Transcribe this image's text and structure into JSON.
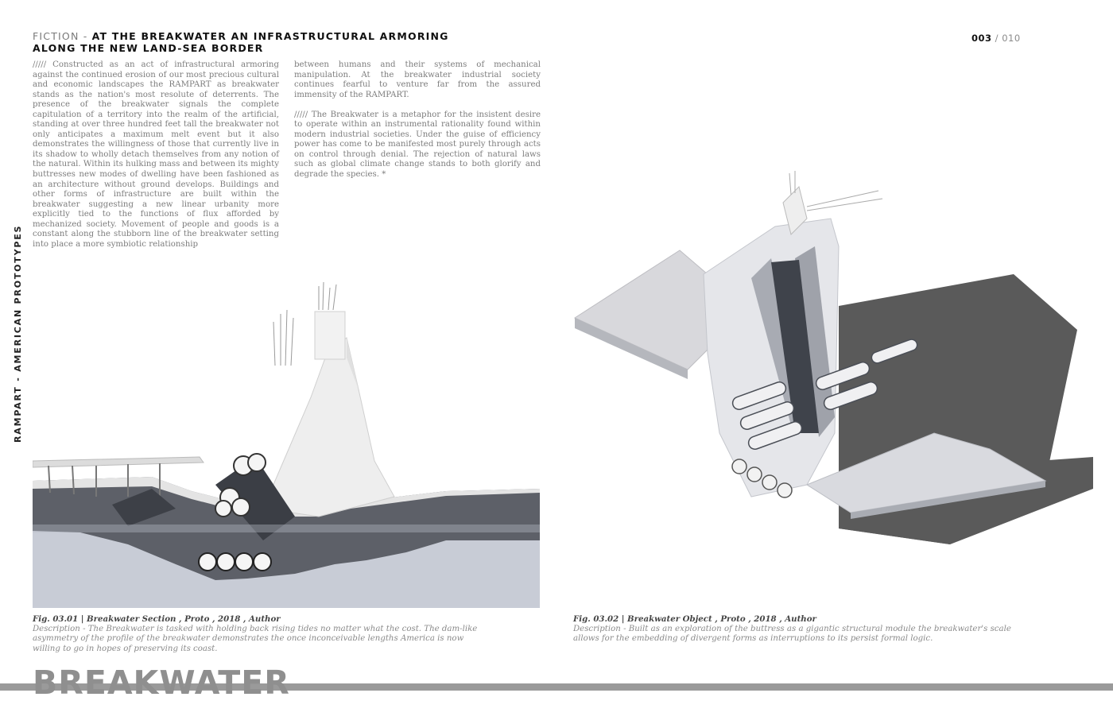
{
  "header": {
    "prefix": "FICTION - ",
    "title_line1": "AT THE BREAKWATER AN INFRASTRUCTURAL ARMORING",
    "title_line2": "ALONG THE NEW LAND-SEA BORDER"
  },
  "page": {
    "current": "003",
    "separator": " / ",
    "total": "010"
  },
  "side_label": "RAMPART - AMERICAN PROTOTYPES",
  "body": {
    "col1": "///// Constructed as an act of infrastructural armoring against the continued erosion of our most precious cultural and economic landscapes the RAMPART as breakwater stands as the nation's most resolute of deterrents. The presence of the breakwater signals the complete capitulation of a territory into the realm of the artificial, standing at over three hundred feet tall the breakwater not only anticipates a maximum melt event but it also demonstrates the willingness of those that currently live in its shadow to wholly detach themselves from any notion of the natural. Within its hulking mass and between its mighty buttresses new modes of dwelling have been fashioned as an architecture without ground develops. Buildings and other forms of infrastructure are built within the breakwater suggesting a new linear urbanity more explicitly tied to the functions of flux afforded by mechanized society. Movement of people and goods is a constant along the stubborn line of the breakwater setting into place a more symbiotic relationship",
    "col2_p1": "between humans and their systems of mechanical manipulation. At the breakwater industrial society continues fearful to venture far from the assured immensity of the RAMPART.",
    "col2_p2": "///// The Breakwater is a metaphor for the insistent desire to operate within an instrumental rationality found within modern industrial societies. Under the guise of efficiency power has come to be manifested most purely through acts on control through denial. The rejection of natural laws such as global climate change stands to both glorify and degrade the species. *"
  },
  "figures": [
    {
      "title": "Fig. 03.01 | Breakwater Section , Proto , 2018 , Author",
      "description": "Description - The Breakwater is tasked with holding back rising tides no matter what the cost. The dam-like asymmetry of the profile of the breakwater demonstrates the once inconceivable lengths America is now willing to go in hopes of preserving its coast."
    },
    {
      "title": "Fig. 03.02 | Breakwater Object , Proto , 2018 , Author",
      "description": "Description - Built as an exploration of the buttress as a gigantic structural module the breakwater's scale allows for the embedding of divergent forms as interruptions to its persist formal logic."
    }
  ],
  "footer": {
    "word": "BREAKWATER"
  },
  "colors": {
    "text_gray": "#7d7d7d",
    "dark": "#111111",
    "bar": "#9a9a9a",
    "shadow": "#5a5a5a",
    "water": "#c8ccd6"
  }
}
